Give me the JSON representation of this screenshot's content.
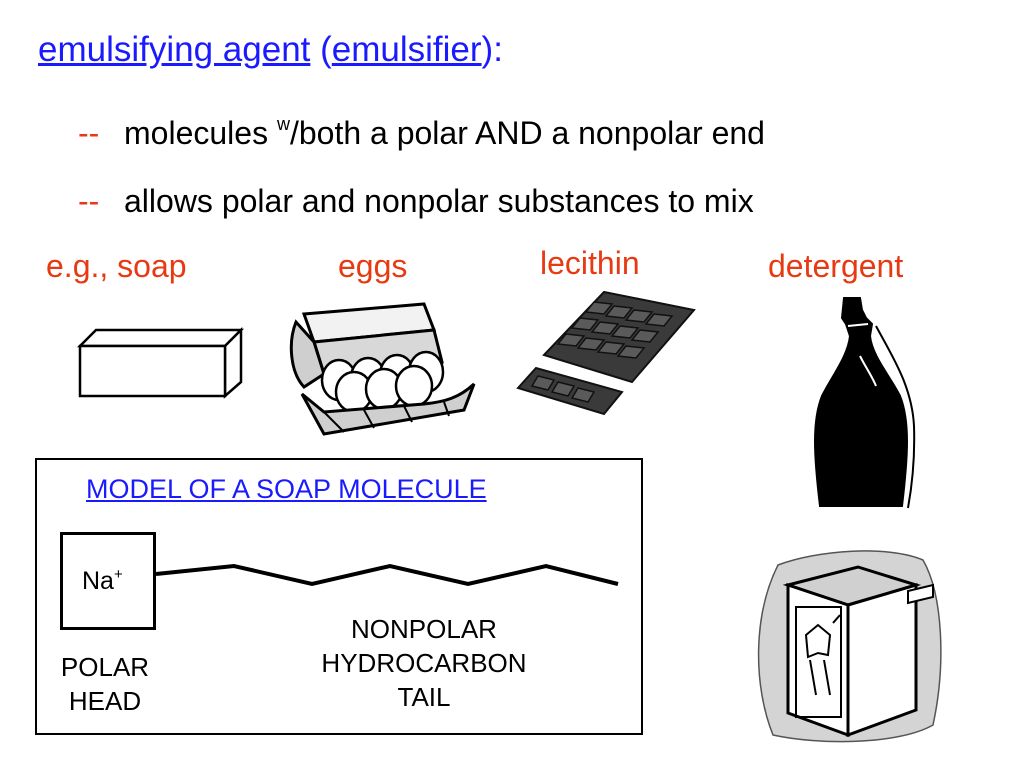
{
  "title": {
    "part1": "emulsifying agent",
    "open_paren": "(",
    "part2": "emulsifier",
    "close": "):"
  },
  "bullets": [
    {
      "dash": "--",
      "before_sup": "molecules ",
      "sup": "w",
      "after_sup": "/both a polar AND a nonpolar end"
    },
    {
      "dash": "--",
      "text": "allows polar and nonpolar substances to mix"
    }
  ],
  "examples": {
    "soap": "e.g., soap",
    "eggs": "eggs",
    "lecithin": "lecithin",
    "detergent": "detergent"
  },
  "model": {
    "title": "MODEL OF A SOAP MOLECULE",
    "head_ion": "Na",
    "head_charge": "+",
    "head_label": [
      "POLAR",
      "HEAD"
    ],
    "tail_label": [
      "NONPOLAR",
      "HYDROCARBON",
      "TAIL"
    ]
  },
  "colors": {
    "title_blue": "#1a1aff",
    "example_red": "#e83a12"
  },
  "icons": [
    "soap-bar-icon",
    "egg-carton-icon",
    "chocolate-bar-icon",
    "detergent-bottle-icon",
    "washing-machine-icon"
  ]
}
